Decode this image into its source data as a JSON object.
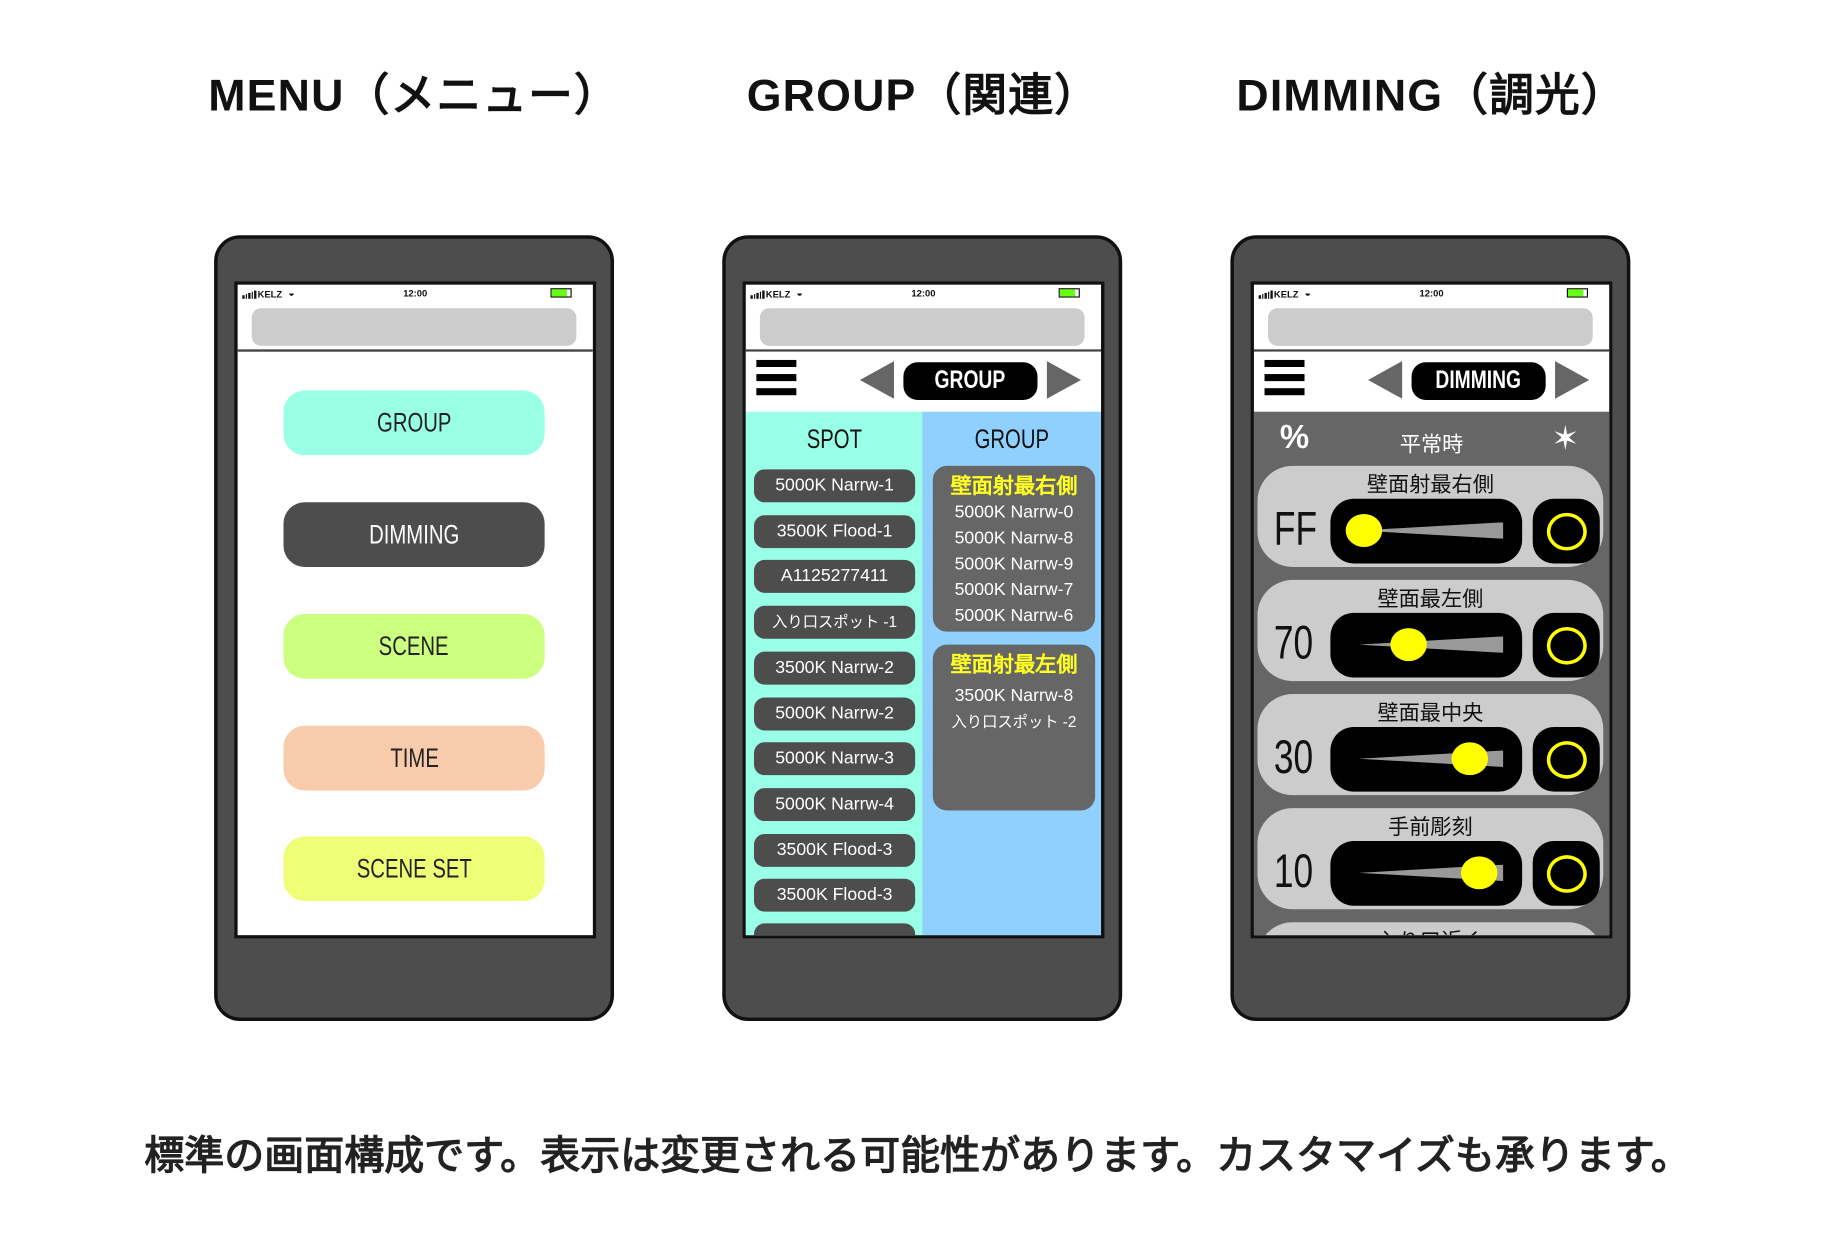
{
  "titles": {
    "menu": "MENU（メニュー）",
    "group": "GROUP（関連）",
    "dimming": "DIMMING（調光）"
  },
  "caption": "標準の画面構成です。表示は変更される可能性があります。カスタマイズも承ります。",
  "status_bar": {
    "carrier": "KELZ",
    "time": "12:00",
    "battery_color": "#66ff11"
  },
  "menu_screen": {
    "buttons": [
      {
        "label": "GROUP",
        "color": "#99ffe5"
      },
      {
        "label": "DIMMING",
        "color": "#4d4d4d"
      },
      {
        "label": "SCENE",
        "color": "#ccff80"
      },
      {
        "label": "TIME",
        "color": "#f7cbab"
      },
      {
        "label": "SCENE SET",
        "color": "#eeff77"
      }
    ]
  },
  "group_screen": {
    "nav_title": "GROUP",
    "spot_header": "SPOT",
    "group_header": "GROUP",
    "spots": [
      "5000K Narrw-1",
      "3500K Flood-1",
      "A1125277411",
      "入り口スポット -1",
      "3500K Narrw-2",
      "5000K Narrw-2",
      "5000K Narrw-3",
      "5000K Narrw-4",
      "3500K Flood-3",
      "3500K Flood-3"
    ],
    "groups": [
      {
        "name": "壁面射最右側",
        "items": [
          "5000K Narrw-0",
          "5000K Narrw-8",
          "5000K Narrw-9",
          "5000K Narrw-7",
          "5000K Narrw-6"
        ]
      },
      {
        "name": "壁面射最左側",
        "items": [
          "3500K Narrw-8",
          "入り口スポット -2"
        ]
      }
    ]
  },
  "dimming_screen": {
    "nav_title": "DIMMING",
    "mode_label": "平常時",
    "percent_symbol": "%",
    "star_symbol": "✶",
    "channels": [
      {
        "label": "壁面射最右側",
        "value": "FF",
        "knob_position": 0.02
      },
      {
        "label": "壁面最左側",
        "value": "70",
        "knob_position": 0.33
      },
      {
        "label": "壁面最中央",
        "value": "30",
        "knob_position": 0.77
      },
      {
        "label": "手前彫刻",
        "value": "10",
        "knob_position": 0.83
      },
      {
        "label": "入り口近く",
        "value": "",
        "knob_position": null
      }
    ]
  }
}
